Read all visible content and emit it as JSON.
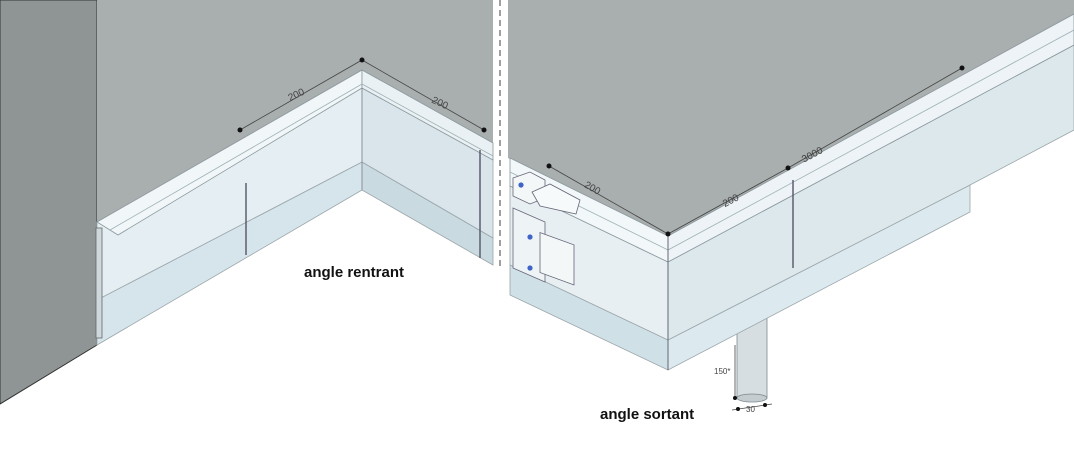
{
  "labels": {
    "inner_corner": "angle rentrant",
    "outer_corner": "angle sortant"
  },
  "dimensions": {
    "inner_left": "200",
    "inner_right": "200",
    "outer_left": "200",
    "outer_right": "200",
    "outer_long": "3000",
    "leg_height": "150*",
    "leg_diameter": "30"
  },
  "colors": {
    "wall": "#a9aeae",
    "wall_dark": "#8f9494",
    "profile": "#e4eef2",
    "profile_shadow": "#cdd9de",
    "base": "#d4e4ea",
    "fastener": "#3f63c7"
  }
}
